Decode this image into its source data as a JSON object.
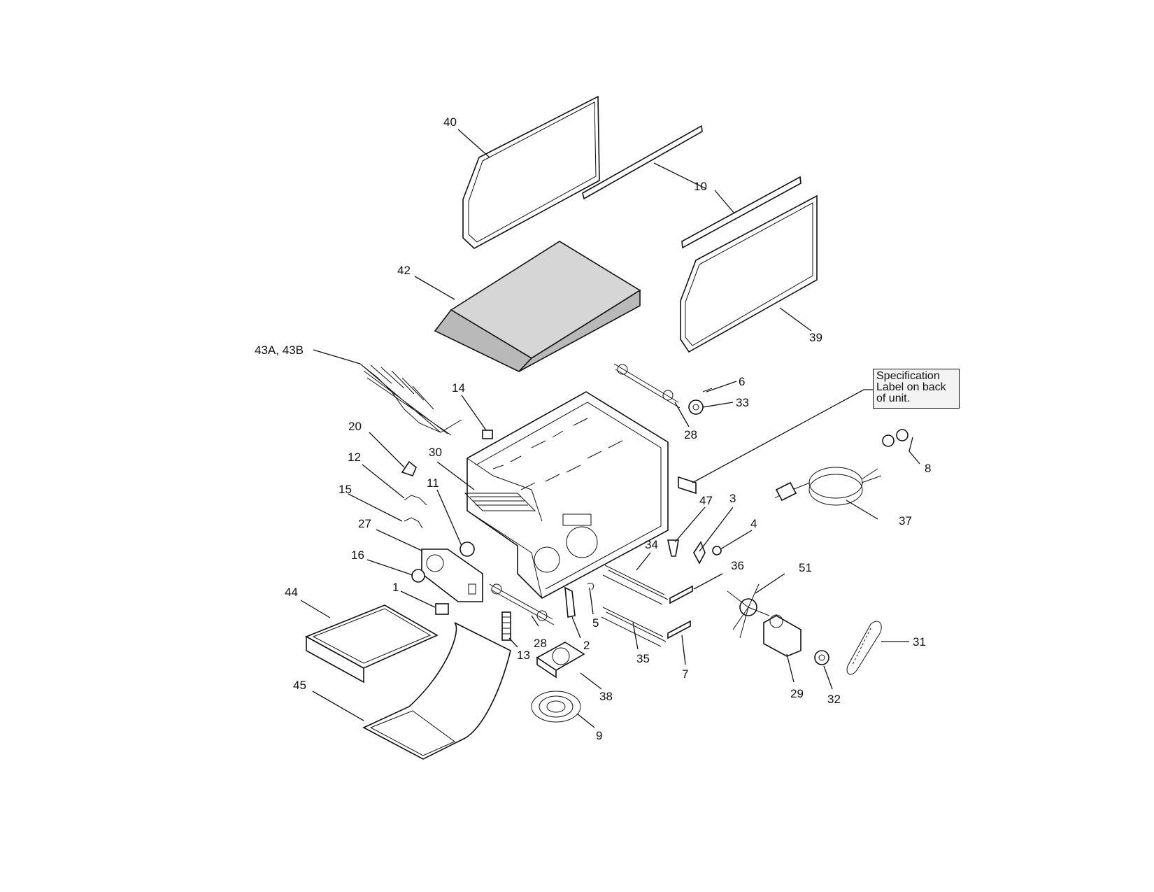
{
  "callouts": {
    "c40": "40",
    "c10": "10",
    "c42": "42",
    "c39": "39",
    "c43": "43A, 43B",
    "c14": "14",
    "c6": "6",
    "c33": "33",
    "c28a": "28",
    "c20": "20",
    "c30": "30",
    "c12": "12",
    "c11": "11",
    "c15": "15",
    "c8": "8",
    "c47": "47",
    "c3": "3",
    "c27": "27",
    "c4": "4",
    "c34": "34",
    "c37": "37",
    "c16": "16",
    "c36": "36",
    "c51": "51",
    "c44": "44",
    "c1": "1",
    "c5": "5",
    "c2": "2",
    "c28b": "28",
    "c13": "13",
    "c35": "35",
    "c7": "7",
    "c31": "31",
    "c38": "38",
    "c29": "29",
    "c32": "32",
    "c45": "45",
    "c9": "9"
  },
  "spec_label": {
    "line1": "Specification",
    "line2": "Label on back",
    "line3": "of unit."
  }
}
